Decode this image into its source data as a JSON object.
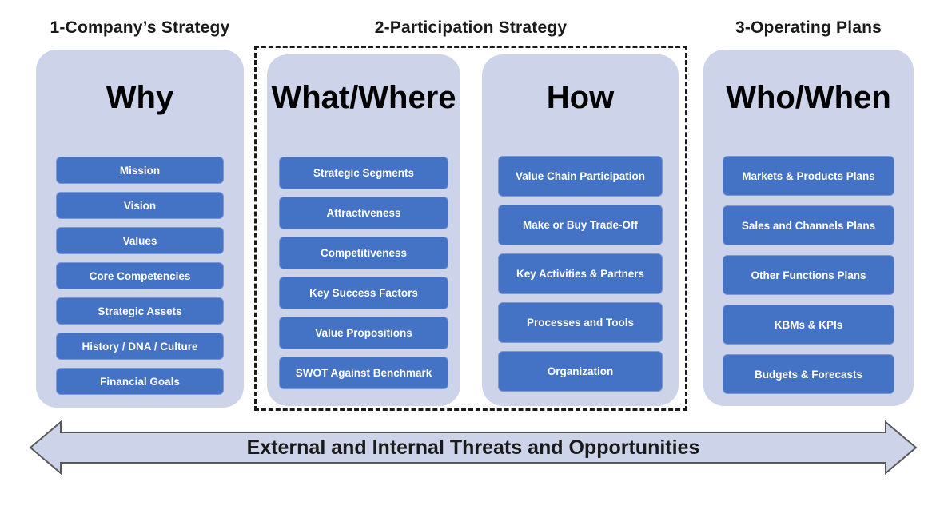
{
  "section_headers": [
    {
      "label": "1-Company’s Strategy"
    },
    {
      "label": "2-Participation Strategy"
    },
    {
      "label": "3-Operating Plans"
    }
  ],
  "columns": [
    {
      "title": "Why",
      "items": [
        "Mission",
        "Vision",
        "Values",
        "Core Competencies",
        "Strategic Assets",
        "History / DNA / Culture",
        "Financial Goals"
      ]
    },
    {
      "title": "What/Where",
      "items": [
        "Strategic Segments",
        "Attractiveness",
        "Competitiveness",
        "Key Success Factors",
        "Value Propositions",
        "SWOT Against Benchmark"
      ]
    },
    {
      "title": "How",
      "items": [
        "Value Chain Participation",
        "Make or Buy Trade-Off",
        "Key Activities & Partners",
        "Processes and Tools",
        "Organization"
      ]
    },
    {
      "title": "Who/When",
      "items": [
        "Markets & Products Plans",
        "Sales and Channels Plans",
        "Other Functions Plans",
        "KBMs & KPIs",
        "Budgets & Forecasts"
      ]
    }
  ],
  "arrow": {
    "label": "External and Internal Threats and Opportunities"
  },
  "colors": {
    "panel_fill": "#cdd3e8",
    "pill_fill": "#4472c4",
    "pill_border": "#7b97d4",
    "pill_text": "#ffffff",
    "arrow_fill": "#cdd3e8",
    "arrow_stroke": "#595959",
    "dashed_border": "#1a1a1a",
    "heading_text": "#1a1a1a",
    "title_text": "#000000"
  }
}
